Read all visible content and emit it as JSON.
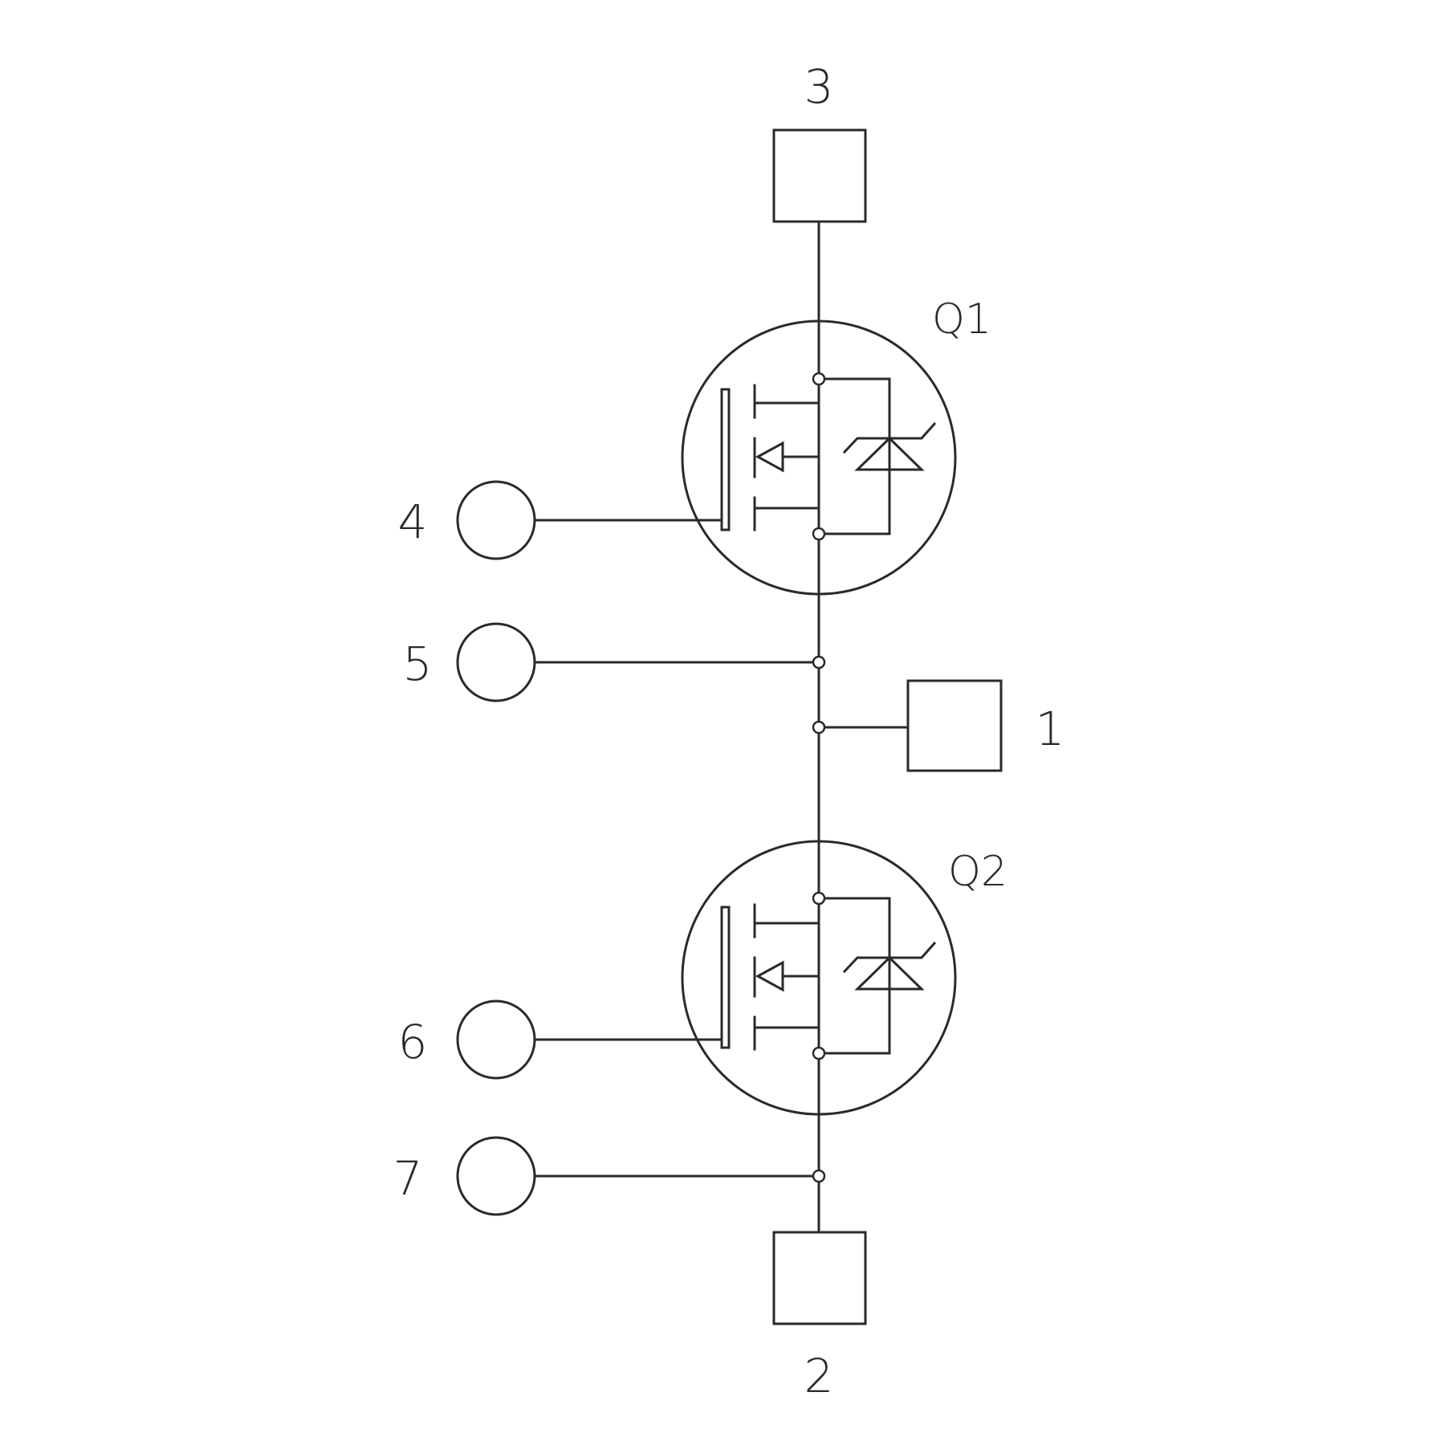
{
  "pins": {
    "p1": "1",
    "p2": "2",
    "p3": "3",
    "p4": "4",
    "p5": "5",
    "p6": "6",
    "p7": "7"
  },
  "transistors": {
    "q1": "Q1",
    "q2": "Q2"
  },
  "colors": {
    "line": "#2a2a2a",
    "background": "#ffffff"
  }
}
